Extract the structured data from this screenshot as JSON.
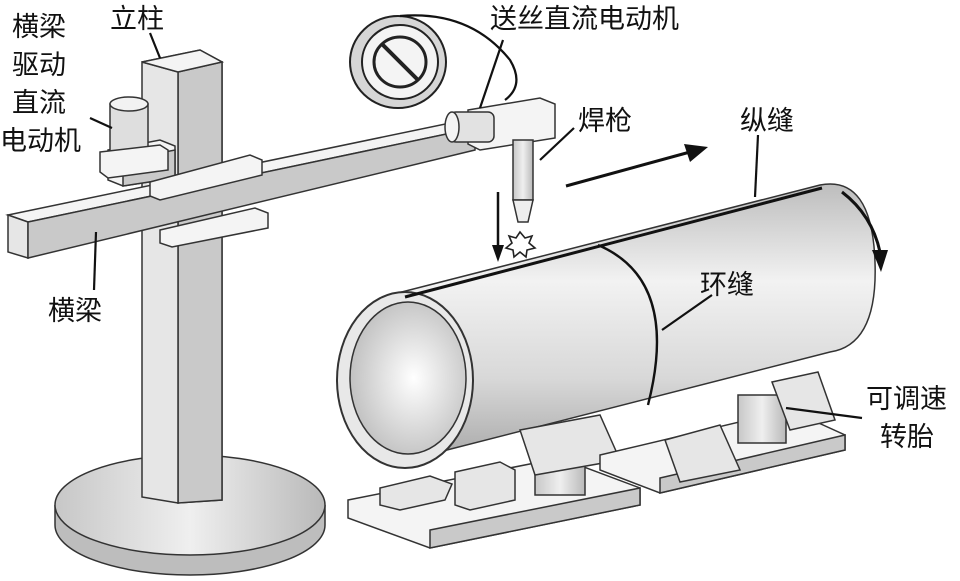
{
  "labels": {
    "beam_motor": [
      "横梁",
      "驱动",
      "直流",
      "电动机"
    ],
    "column": "立柱",
    "wire_feed_motor": "送丝直流电动机",
    "torch": "焊枪",
    "longitudinal_seam": "纵缝",
    "beam": "横梁",
    "circumferential_seam": "环缝",
    "rotator": [
      "可调速",
      "转胎"
    ]
  }
}
